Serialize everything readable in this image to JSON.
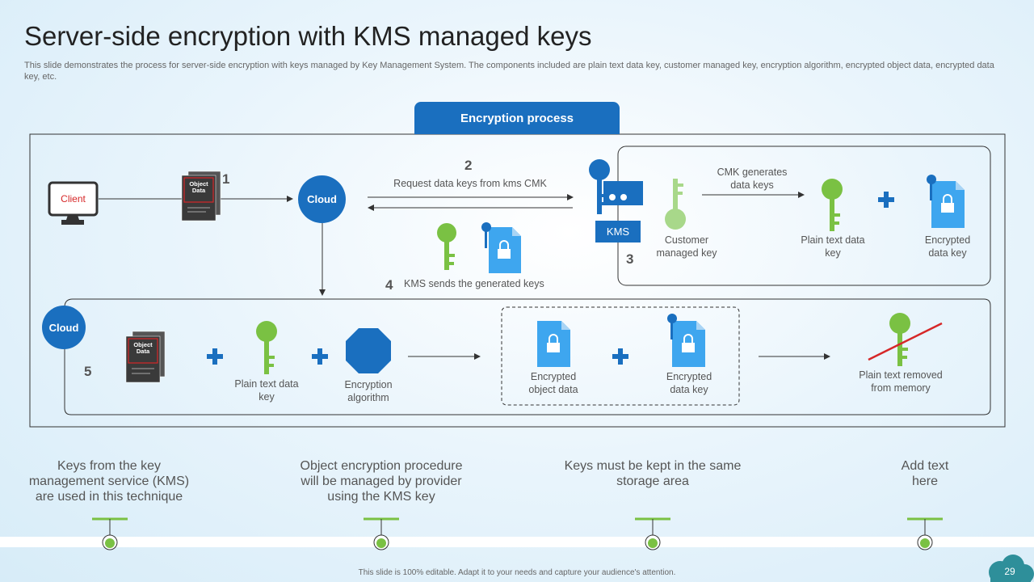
{
  "title": "Server-side encryption with KMS managed keys",
  "subtitle": "This slide demonstrates the process for server-side encryption with keys managed by Key Management System. The components included are plain text data key, customer managed key, encryption algorithm, encrypted object data, encrypted data key, etc.",
  "tab_label": "Encryption process",
  "diagram": {
    "client_label": "Client",
    "object_data_label": "Object Data",
    "cloud_label": "Cloud",
    "step1": "1",
    "step2": "2",
    "step2_text": "Request data keys from kms CMK",
    "step3": "3",
    "step4": "4",
    "step4_text": "KMS sends the generated keys",
    "step5": "5",
    "kms_label": "KMS",
    "customer_managed_key": "Customer managed key",
    "cmk_generates": "CMK generates data keys",
    "plain_text_data_key": "Plain text data key",
    "encrypted_data_key": "Encrypted data key",
    "encryption_algorithm": "Encryption algorithm",
    "encrypted_object_data": "Encrypted object data",
    "plain_text_removed": "Plain text removed from memory"
  },
  "bottom_points": [
    "Keys from the key management service (KMS) are used in this technique",
    "Object encryption procedure will be managed by provider using the KMS key",
    "Keys must be kept in the same storage area",
    "Add text here"
  ],
  "footer": "This slide is 100% editable. Adapt it to your needs and capture your audience's attention.",
  "page_number": "29",
  "colors": {
    "primary_blue": "#1a6fbf",
    "light_blue": "#3ea6ef",
    "green": "#7ac143",
    "dark_gray": "#3a3a3a",
    "red": "#d62728"
  },
  "icons": [
    "monitor-icon",
    "document-stack-icon",
    "key-icon",
    "lock-document-icon",
    "octagon-icon",
    "plus-icon",
    "arrow-icon"
  ]
}
